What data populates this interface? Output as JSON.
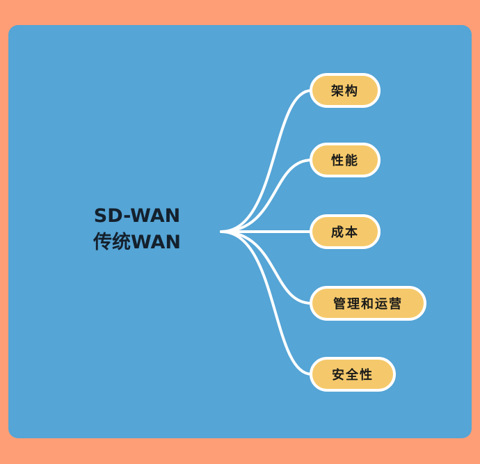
{
  "root": {
    "line1": "SD-WAN",
    "line2": "传统WAN"
  },
  "branches": [
    "架构",
    "性能",
    "成本",
    "管理和运营",
    "安全性"
  ],
  "colors": {
    "background": "#FE9E76",
    "card": "#55A5D6",
    "node": "#F5C96B",
    "link": "#ffffff"
  }
}
